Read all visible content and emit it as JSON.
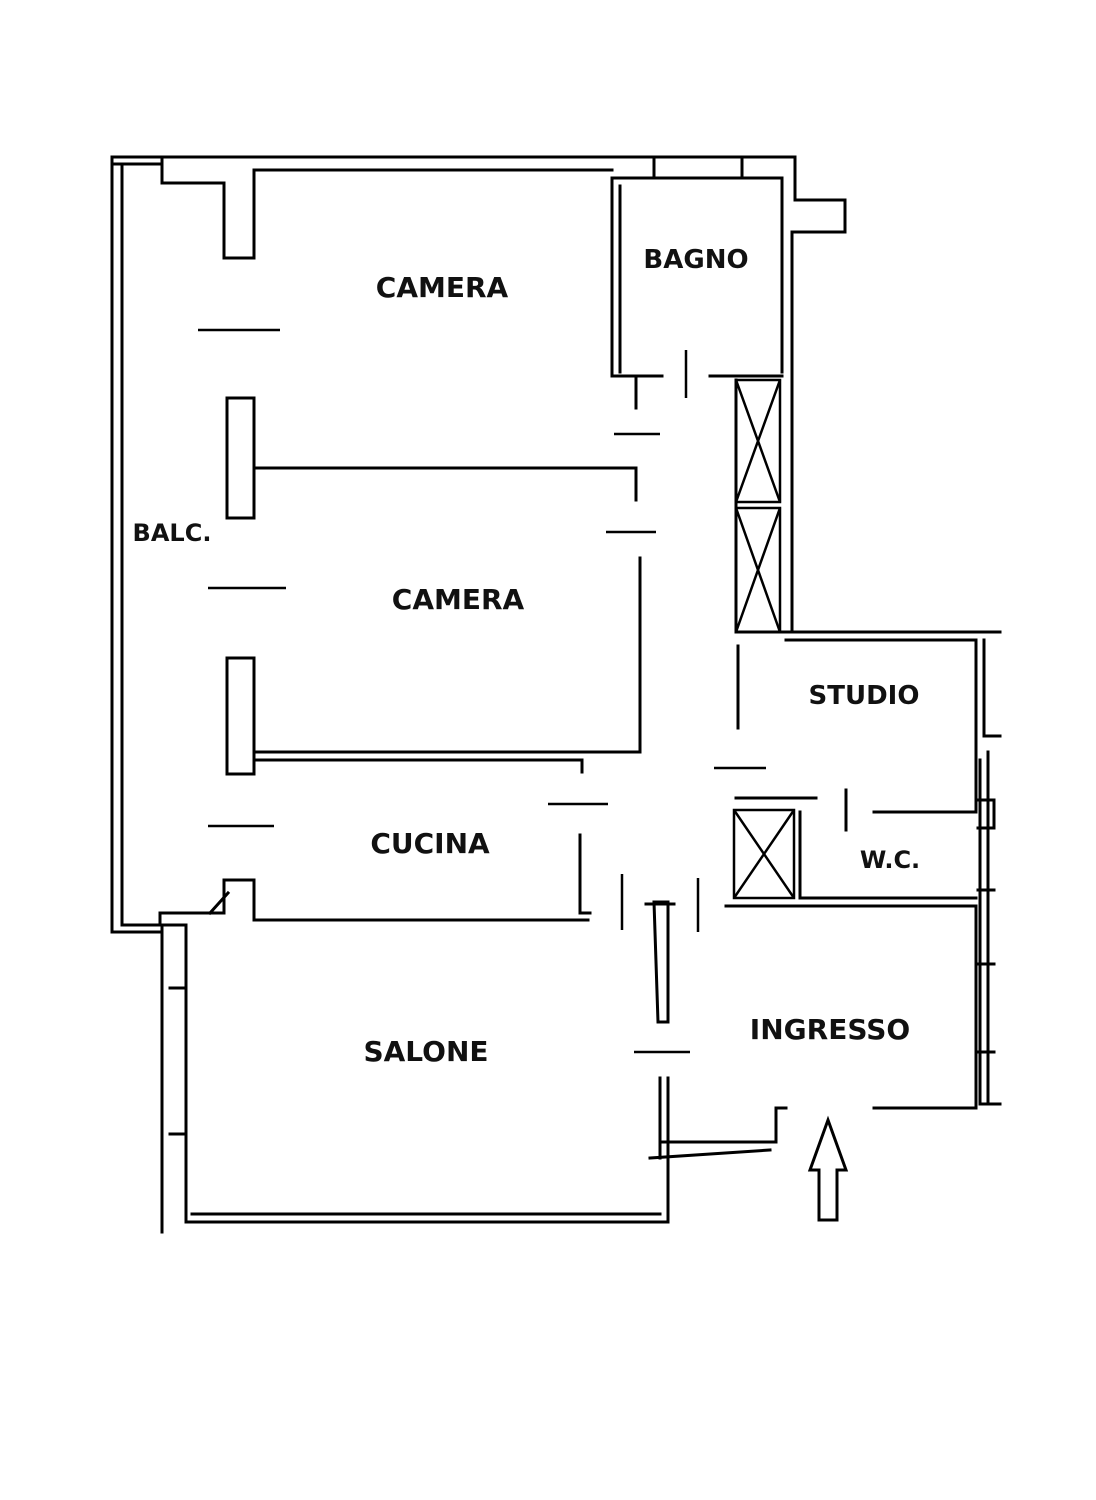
{
  "rooms": {
    "camera_1": "CAMERA",
    "bagno": "BAGNO",
    "balcone": "BALC.",
    "camera_2": "CAMERA",
    "studio": "STUDIO",
    "cucina": "CUCINA",
    "wc": "W.C.",
    "salone": "SALONE",
    "ingresso": "INGRESSO"
  }
}
